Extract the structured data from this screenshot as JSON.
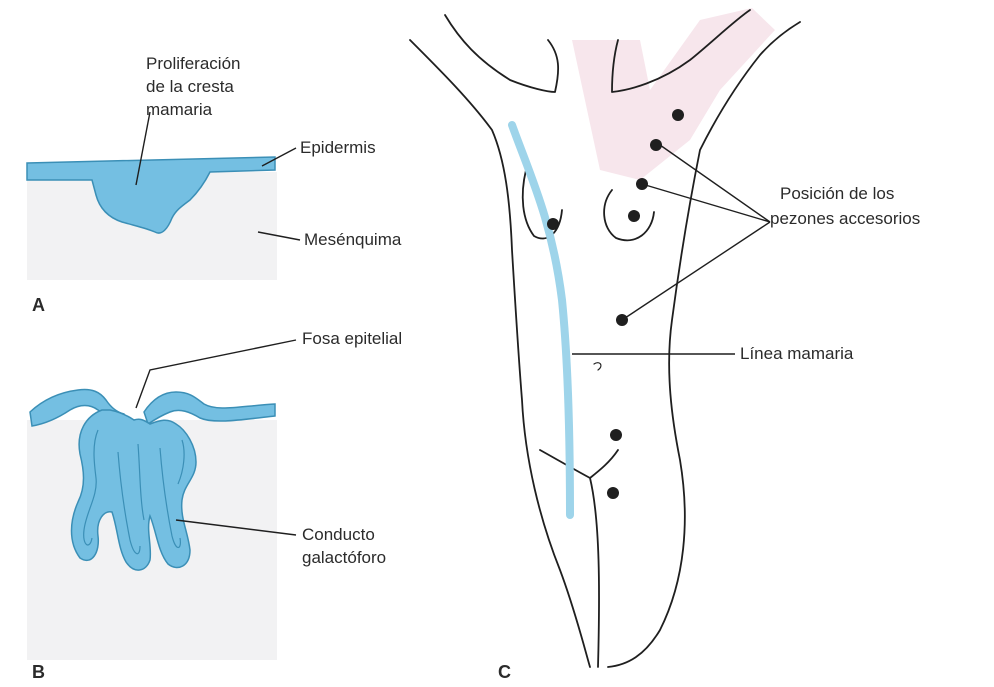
{
  "colors": {
    "epithelium": "#74bfe2",
    "epithelium_dark": "#3b8fb6",
    "tissue": "#f2f2f3",
    "body_tint": "#f7e6ec",
    "outline": "#1f1f1f",
    "mammary_line": "#9ed4ea"
  },
  "panel_a": {
    "letter": "A",
    "label_ridge_line1": "Proliferación",
    "label_ridge_line2": "de la cresta",
    "label_ridge_line3": "mamaria",
    "label_epidermis": "Epidermis",
    "label_mesenchyme": "Mesénquima"
  },
  "panel_b": {
    "letter": "B",
    "label_pit": "Fosa epitelial",
    "label_duct_line1": "Conducto",
    "label_duct_line2": "galactóforo"
  },
  "panel_c": {
    "letter": "C",
    "label_nipples_line1": "Posición de los",
    "label_nipples_line2": "pezones accesorios",
    "label_mammary_line": "Línea mamaria"
  }
}
